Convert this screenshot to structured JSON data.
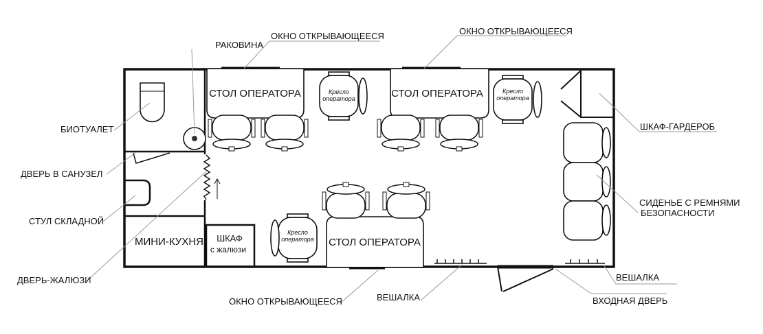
{
  "labels": {
    "sink": "РАКОВИНА",
    "window_top_left": "ОКНО ОТКРЫВАЮЩЕЕСЯ",
    "window_top_right": "ОКНО ОТКРЫВАЮЩЕЕСЯ",
    "toilet": "БИОТУАЛЕТ",
    "bathroom_door": "ДВЕРЬ В САНУЗЕЛ",
    "folding_chair": "СТУЛ СКЛАДНОЙ",
    "blind_door": "ДВЕРЬ-ЖАЛЮЗИ",
    "window_bottom": "ОКНО ОТКРЫВАЮЩЕЕСЯ",
    "hanger_left": "ВЕШАЛКА",
    "entrance_door": "ВХОДНАЯ ДВЕРЬ",
    "hanger_right": "ВЕШАЛКА",
    "wardrobe": "ШКАФ-ГАРДЕРОБ",
    "seats_line1": "СИДЕНЬЕ С РЕМНЯМИ",
    "seats_line2": "БЕЗОПАСНОСТИ"
  },
  "rooms": {
    "desk": "СТОЛ ОПЕРАТОРА",
    "kitchen": "МИНИ-КУХНЯ",
    "cabinet_line1": "ШКАФ",
    "cabinet_line2": "с жалюзи",
    "chair_line1": "Кресло",
    "chair_line2": "оператора"
  }
}
